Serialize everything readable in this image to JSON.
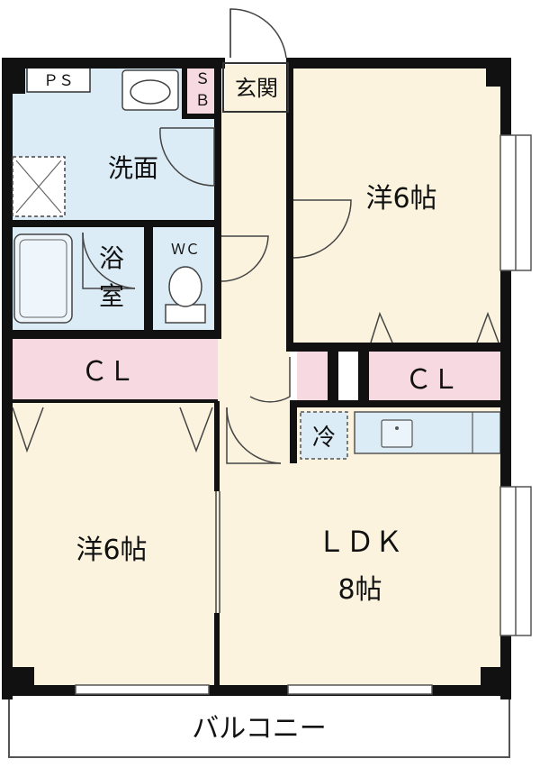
{
  "colors": {
    "room": "#fbf3de",
    "wet": "#dcecf6",
    "closet": "#f7d9e2",
    "wall": "#111111",
    "thin_line": "#555555",
    "balcony": "#ffffff"
  },
  "labels": {
    "ps": "ＰＳ",
    "sb_top": "Ｓ",
    "sb_bottom": "Ｂ",
    "entrance": "玄関",
    "washroom": "洗面",
    "bath_top": "浴",
    "bath_bottom": "室",
    "wc": "ＷＣ",
    "room_ne": "洋6帖",
    "room_sw": "洋6帖",
    "cl_left": "ＣＬ",
    "cl_right": "ＣＬ",
    "fridge": "冷",
    "ldk": "ＬＤＫ",
    "ldk_size": "8帖",
    "balcony": "バルコニー"
  }
}
